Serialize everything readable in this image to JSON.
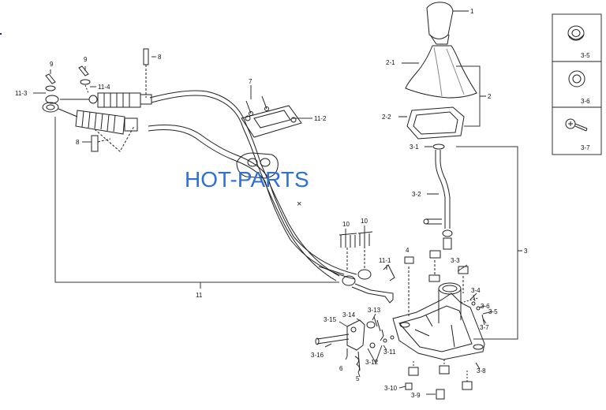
{
  "watermark": "HOT-PARTS",
  "stray_mark": "×",
  "labels": {
    "l1": "1",
    "l2": "2",
    "l2_1": "2-1",
    "l2_2": "2-2",
    "l3": "3",
    "l3_1": "3-1",
    "l3_2": "3-2",
    "l3_3": "3-3",
    "l3_4": "3-4",
    "l3_5_box": "3-5",
    "l3_6_box": "3-6",
    "l3_7_box": "3-7",
    "l3_5": "3-5",
    "l3_6": "3-6",
    "l3_7": "3-7",
    "l3_8": "3-8",
    "l3_9": "3-9",
    "l3_10": "3-10",
    "l3_11": "3-11",
    "l3_12": "3-12",
    "l3_13": "3-13",
    "l3_14": "3-14",
    "l3_15": "3-15",
    "l3_16": "3-16",
    "l4": "4",
    "l5": "5",
    "l6": "6",
    "l7": "7",
    "l8a": "8",
    "l8b": "8",
    "l9a": "9",
    "l9b": "9",
    "l10a": "10",
    "l10b": "10",
    "l11": "11",
    "l11_1": "11-1",
    "l11_2": "11-2",
    "l11_3": "11-3",
    "l11_4": "11-4"
  }
}
